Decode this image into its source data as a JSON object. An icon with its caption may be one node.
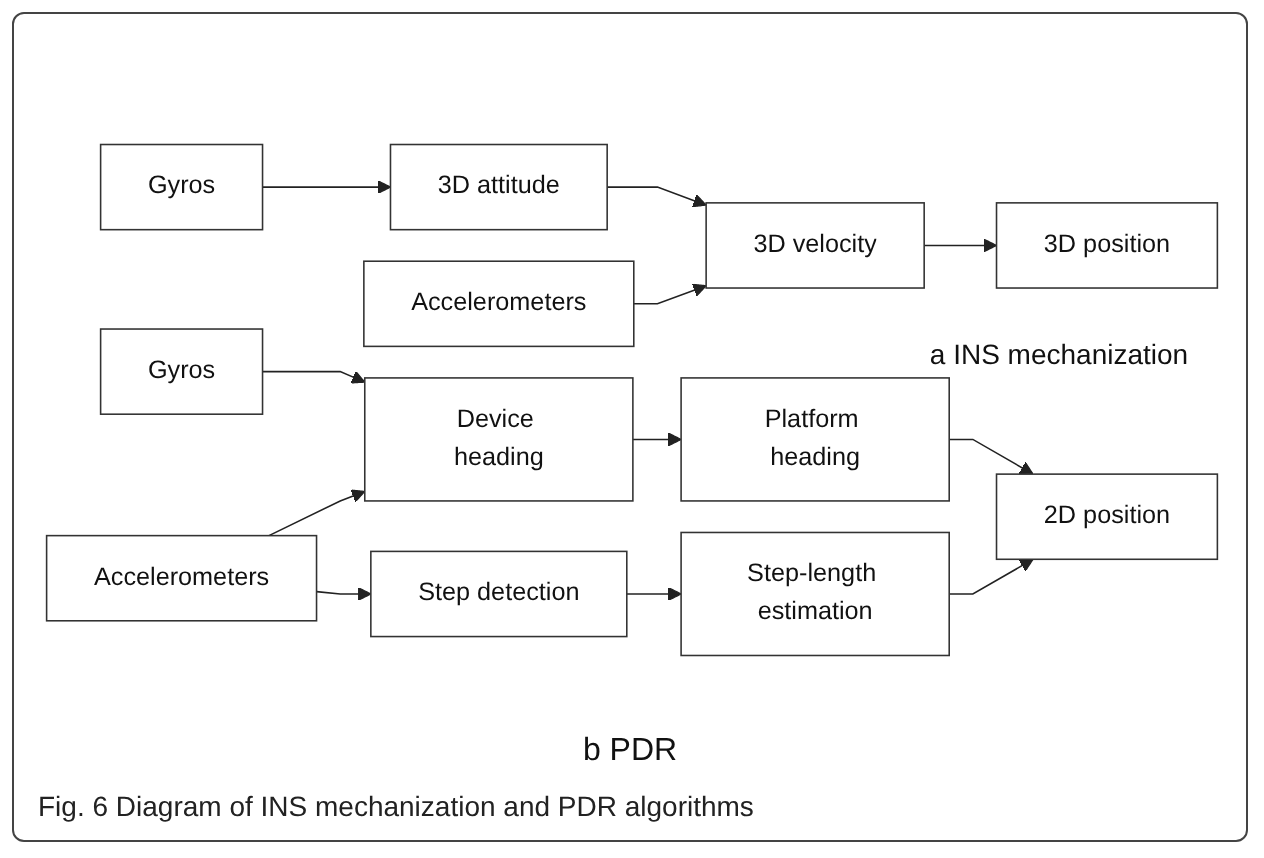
{
  "diagram": {
    "caption": "Fig. 6 Diagram of INS mechanization and PDR algorithms",
    "nodes": [
      {
        "text": [
          "Gyros"
        ]
      },
      {
        "text": [
          "3D attitude"
        ]
      },
      {
        "text": [
          "3D velocity"
        ]
      },
      {
        "text": [
          "3D position"
        ]
      },
      {
        "text": [
          "Accelerometers"
        ]
      },
      {
        "text": [
          "Gyros"
        ]
      },
      {
        "text": [
          "Device heading"
        ]
      },
      {
        "text": [
          "Platform heading"
        ]
      },
      {
        "text": [
          "2D position"
        ]
      },
      {
        "text": [
          "Accelerometers"
        ]
      },
      {
        "text": [
          "Step detection"
        ]
      },
      {
        "text": [
          "Step-length estimation"
        ]
      }
    ],
    "edges": [
      {
        "from": 0,
        "to": 1,
        "arrow": "to"
      },
      {
        "from": 1,
        "to": 2,
        "arrow": "to"
      },
      {
        "from": 2,
        "to": 3,
        "arrow": "to"
      },
      {
        "from": 4,
        "to": 2,
        "arrow": "to"
      },
      {
        "from": 5,
        "to": 6,
        "arrow": "to"
      },
      {
        "from": 6,
        "to": 7,
        "arrow": "to"
      },
      {
        "from": 7,
        "to": 8,
        "arrow": "to"
      },
      {
        "from": 9,
        "to": 6,
        "arrow": "to"
      },
      {
        "from": 9,
        "to": 10,
        "arrow": "to"
      },
      {
        "from": 10,
        "to": 11,
        "arrow": "to"
      },
      {
        "from": 11,
        "to": 8,
        "arrow": "to"
      }
    ],
    "labels": [
      "a INS mechanization",
      "b PDR"
    ]
  }
}
